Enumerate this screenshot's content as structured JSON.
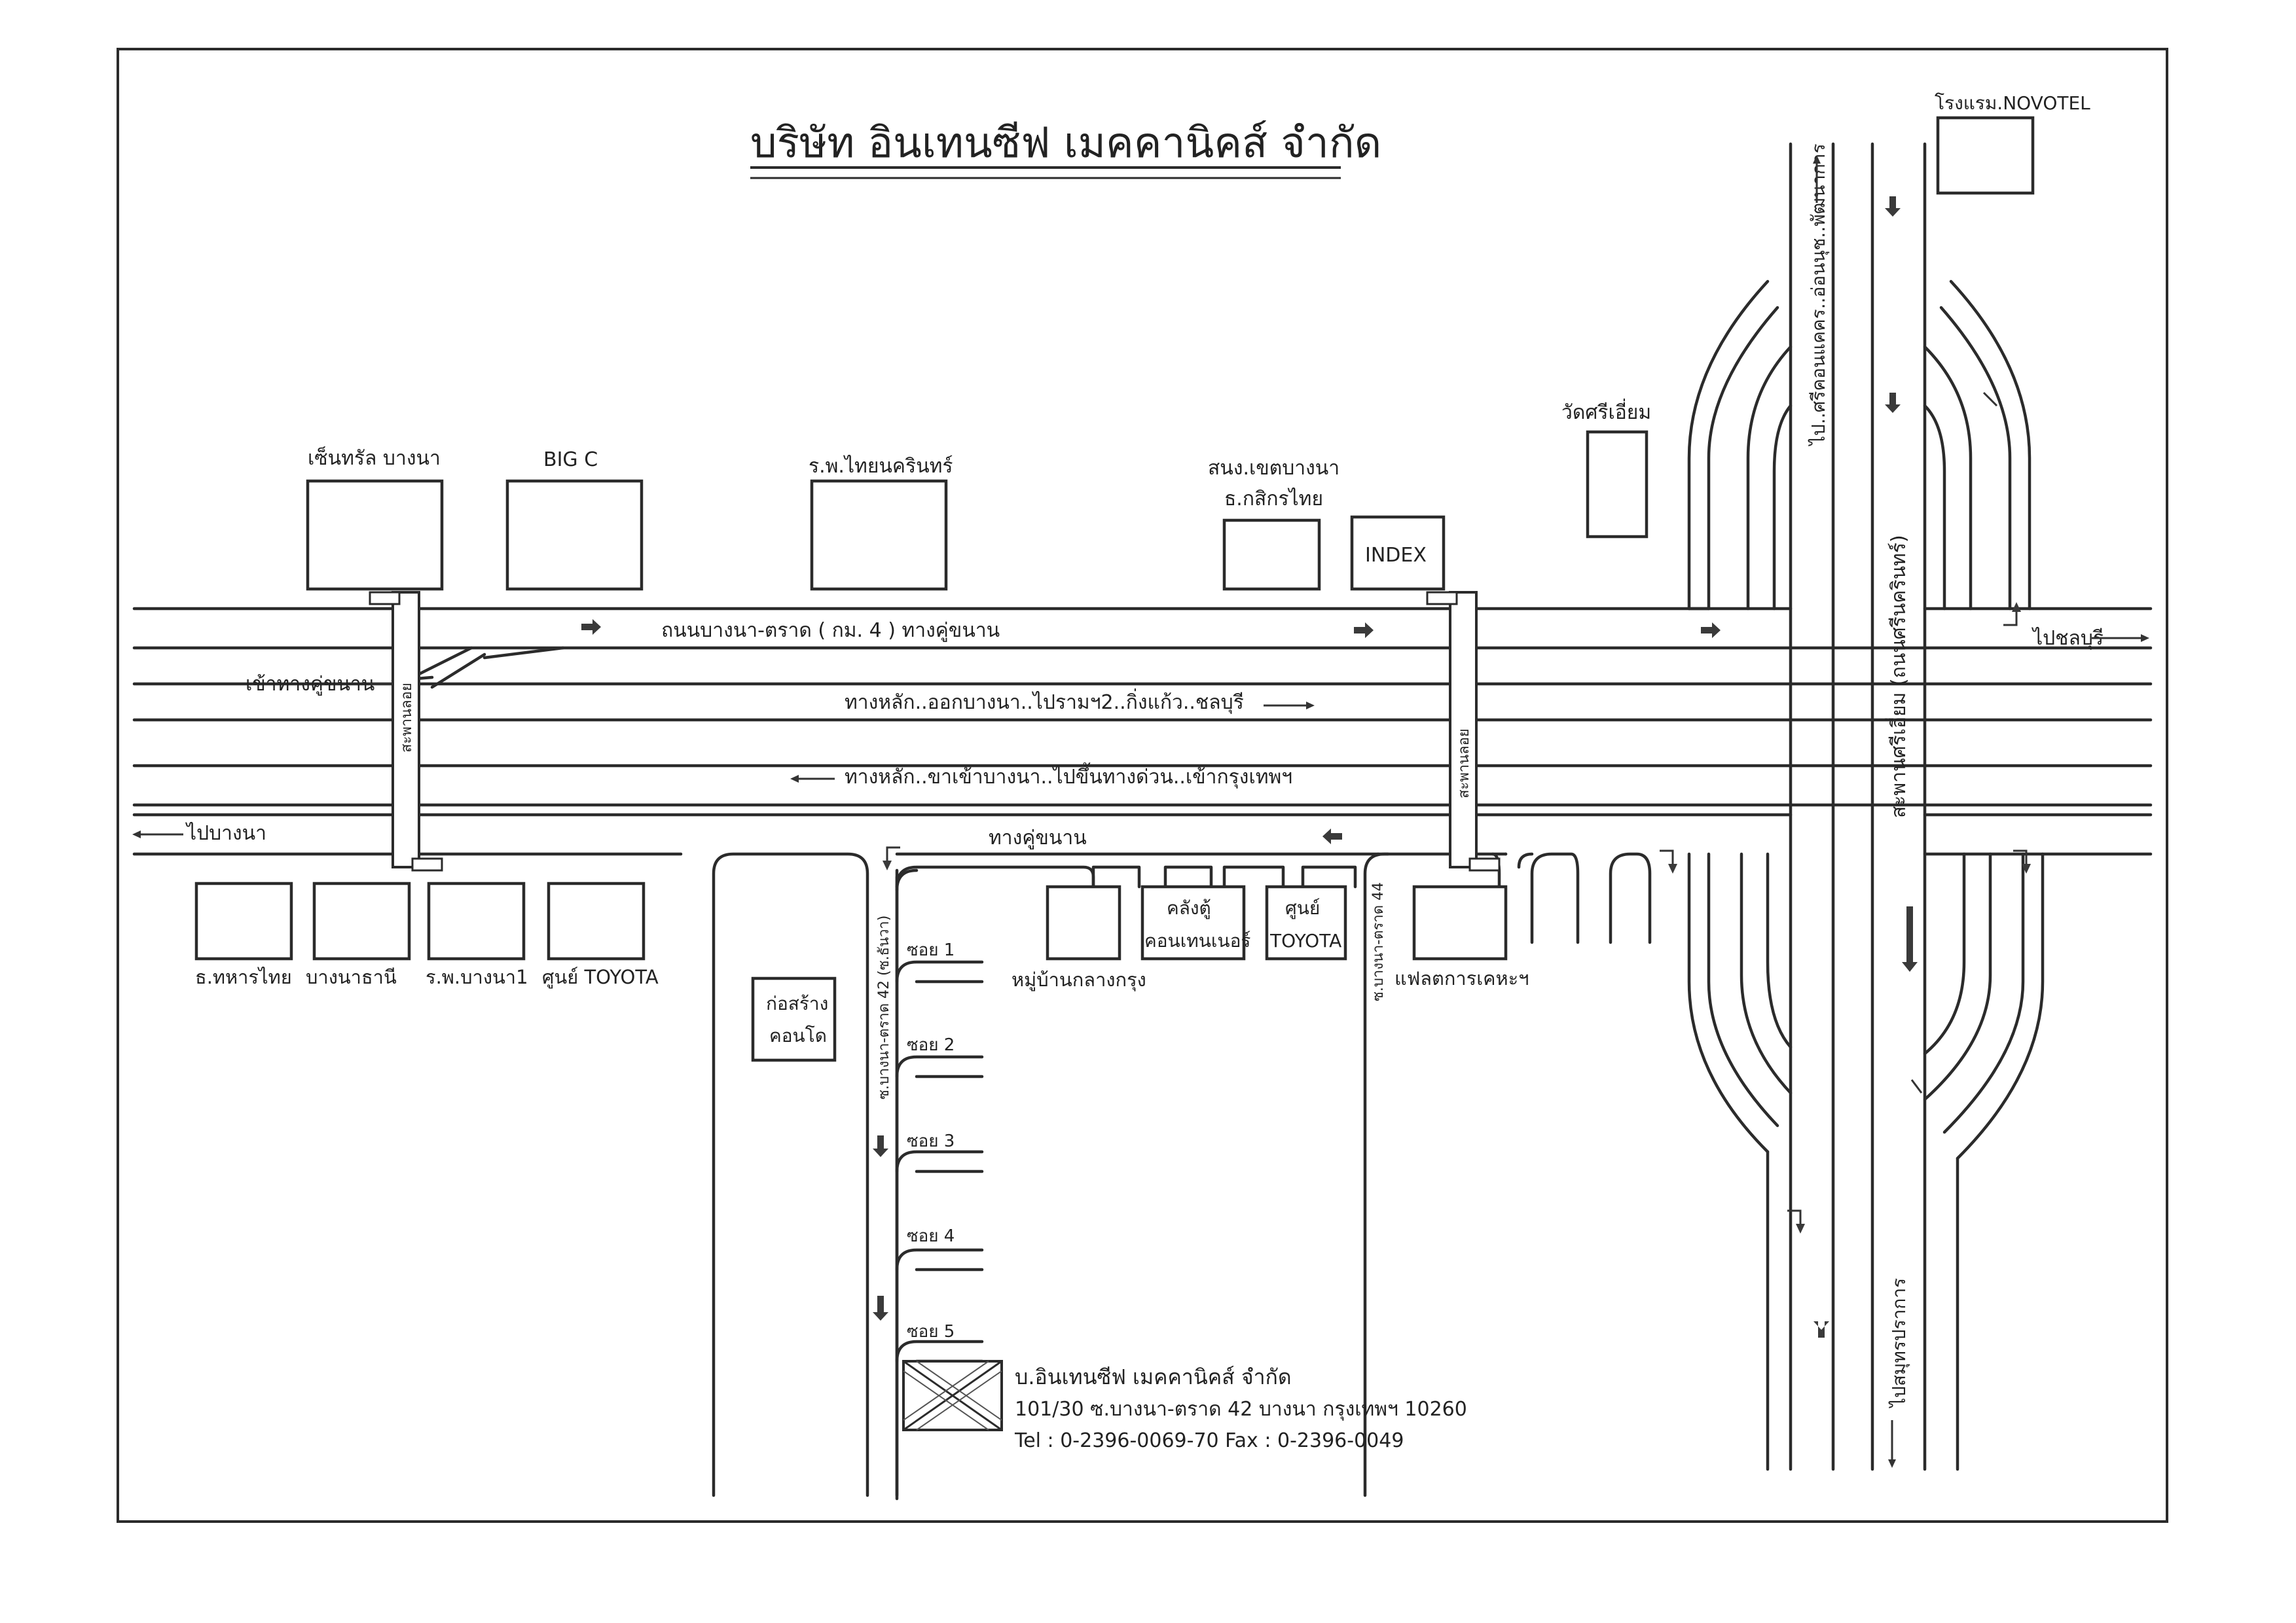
{
  "title": "บริษัท อินเทนซีฟ เมคคานิคส์ จำกัด",
  "landmarks": {
    "central_bangna": "เซ็นทรัล บางนา",
    "big_c": "BIG C",
    "thainakarin_hospital": "ร.พ.ไทยนครินทร์",
    "bangna_district_office": "สนง.เขตบางนา",
    "kasikorn_bank": "ธ.กสิกรไทย",
    "index": "INDEX",
    "wat_si_iam": "วัดศรีเอี่ยม",
    "novotel": "โรงแรม.NOVOTEL",
    "military_bank": "ธ.ทหารไทย",
    "bangna_thani": "บางนาธานี",
    "bangna1_hospital": "ร.พ.บางนา1",
    "toyota_center_left": "ศูนย์ TOYOTA",
    "condo_construction_line1": "ก่อสร้าง",
    "condo_construction_line2": "คอนโด",
    "klang_krung_village": "หมู่บ้านกลางกรุง",
    "container_depot_line1": "คลังตู้",
    "container_depot_line2": "คอนเทนเนอร์",
    "toyota_center_right_line1": "ศูนย์",
    "toyota_center_right_line2": "TOYOTA",
    "housing_flats": "แฟลตการเคหะฯ"
  },
  "roads": {
    "frontage_road_north": "ถนนบางนา-ตราด ( กม. 4 )  ทางคู่ขนาน",
    "enter_frontage": "เข้าทางคู่ขนาน",
    "main_outbound": "ทางหลัก..ออกบางนา..ไปรามฯ2..กิ่งแก้ว..ชลบุรี",
    "main_inbound": "ทางหลัก..ขาเข้าบางนา..ไปขึ้นทางด่วน..เข้ากรุงเทพฯ",
    "to_bangna": "ไปบางนา",
    "frontage_road_south": "ทางคู่ขนาน",
    "to_chonburi": "ไปชลบุรี",
    "si_iam_bridge": "สะพานศรีเอี่ยม (ถนนศรีนครินทร์)",
    "to_nonthaburi": "ไป..ศรีคอนแคคร..อ่อนนุช..พัฒนาการ",
    "to_samut_prakan": "ไปสมุทรปราการ",
    "footbridge_left": "สะพานลอย",
    "footbridge_right": "สะพานลอย",
    "soi_42": "ซ.บางนา-ตราด 42  (ซ.ธันวา)",
    "soi_44": "ซ.บางนา-ตราด 44"
  },
  "sois": [
    "ซอย 1",
    "ซอย 2",
    "ซอย 3",
    "ซอย 4",
    "ซอย 5"
  ],
  "company": {
    "name": "บ.อินเทนซีฟ เมคคานิคส์ จำกัด",
    "address": "101/30 ซ.บางนา-ตราด 42 บางนา กรุงเทพฯ 10260",
    "contact": "Tel : 0-2396-0069-70 Fax : 0-2396-0049"
  }
}
